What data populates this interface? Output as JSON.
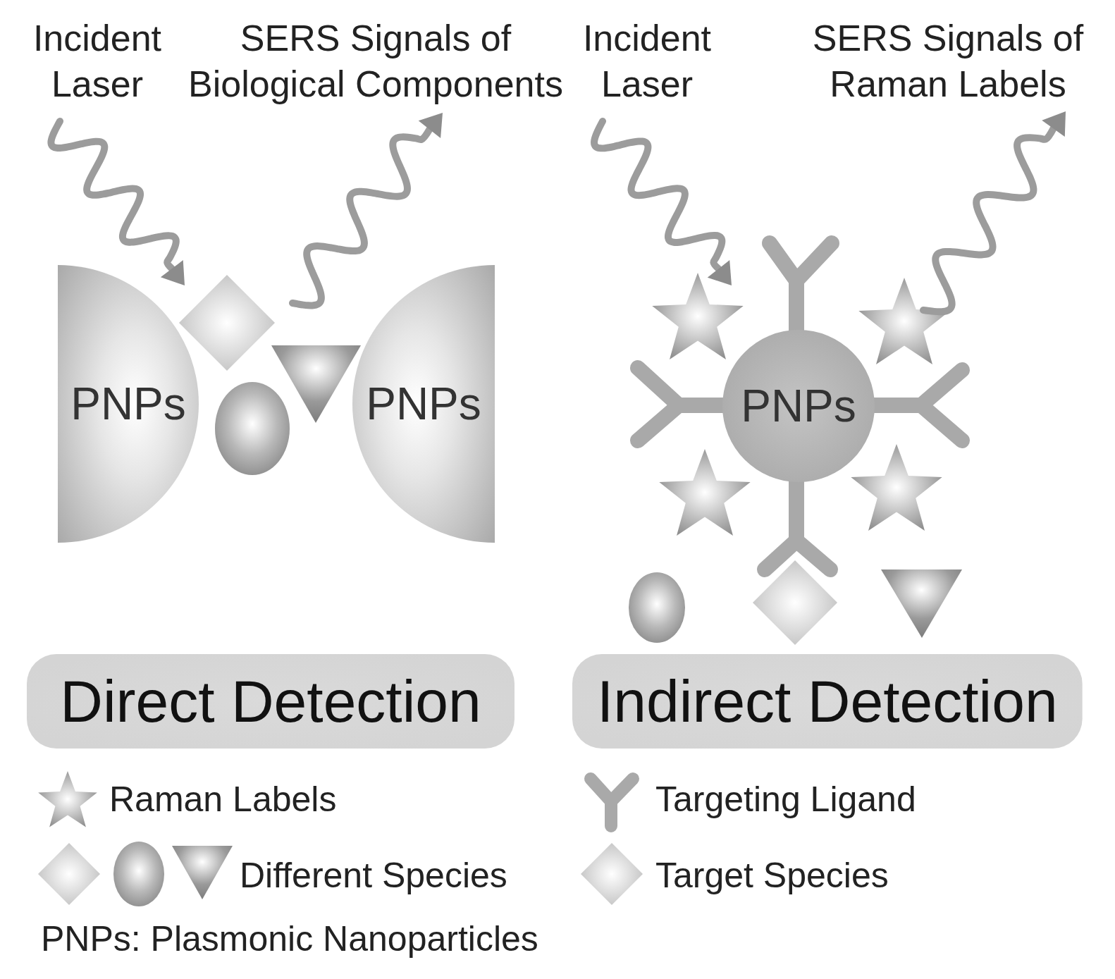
{
  "diagram": {
    "nodes": [
      {
        "text": [
          "PNPs"
        ]
      },
      {
        "text": [
          "PNPs"
        ]
      },
      {
        "text": [
          "PNPs"
        ]
      },
      {
        "text": [
          "Direct Detection"
        ]
      },
      {
        "text": [
          "Indirect Detection"
        ]
      }
    ],
    "labels": [
      "Incident Laser",
      "SERS Signals of Biological Components",
      "Incident Laser",
      "SERS Signals of Raman Labels",
      "PNPs: Plasmonic Nanoparticles"
    ],
    "legend": [
      {
        "text": "Raman Labels"
      },
      {
        "text": "Different Species"
      },
      {
        "text": "Targeting Ligand"
      },
      {
        "text": "Target Species"
      }
    ]
  }
}
